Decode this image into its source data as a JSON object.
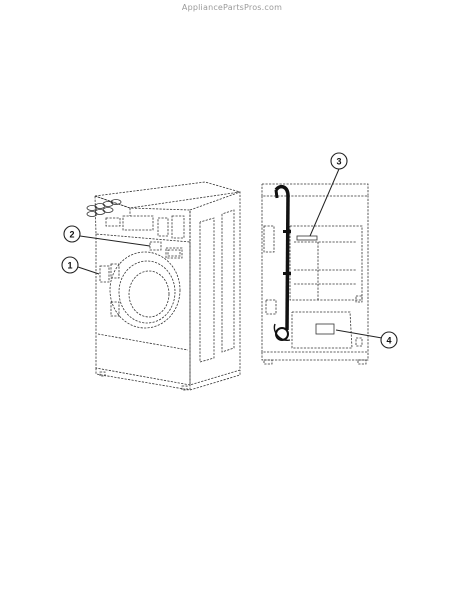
{
  "watermark": "AppliancePartsPros.com",
  "callouts": [
    {
      "id": "1",
      "label": "1"
    },
    {
      "id": "2",
      "label": "2"
    },
    {
      "id": "3",
      "label": "3"
    },
    {
      "id": "4",
      "label": "4"
    }
  ]
}
